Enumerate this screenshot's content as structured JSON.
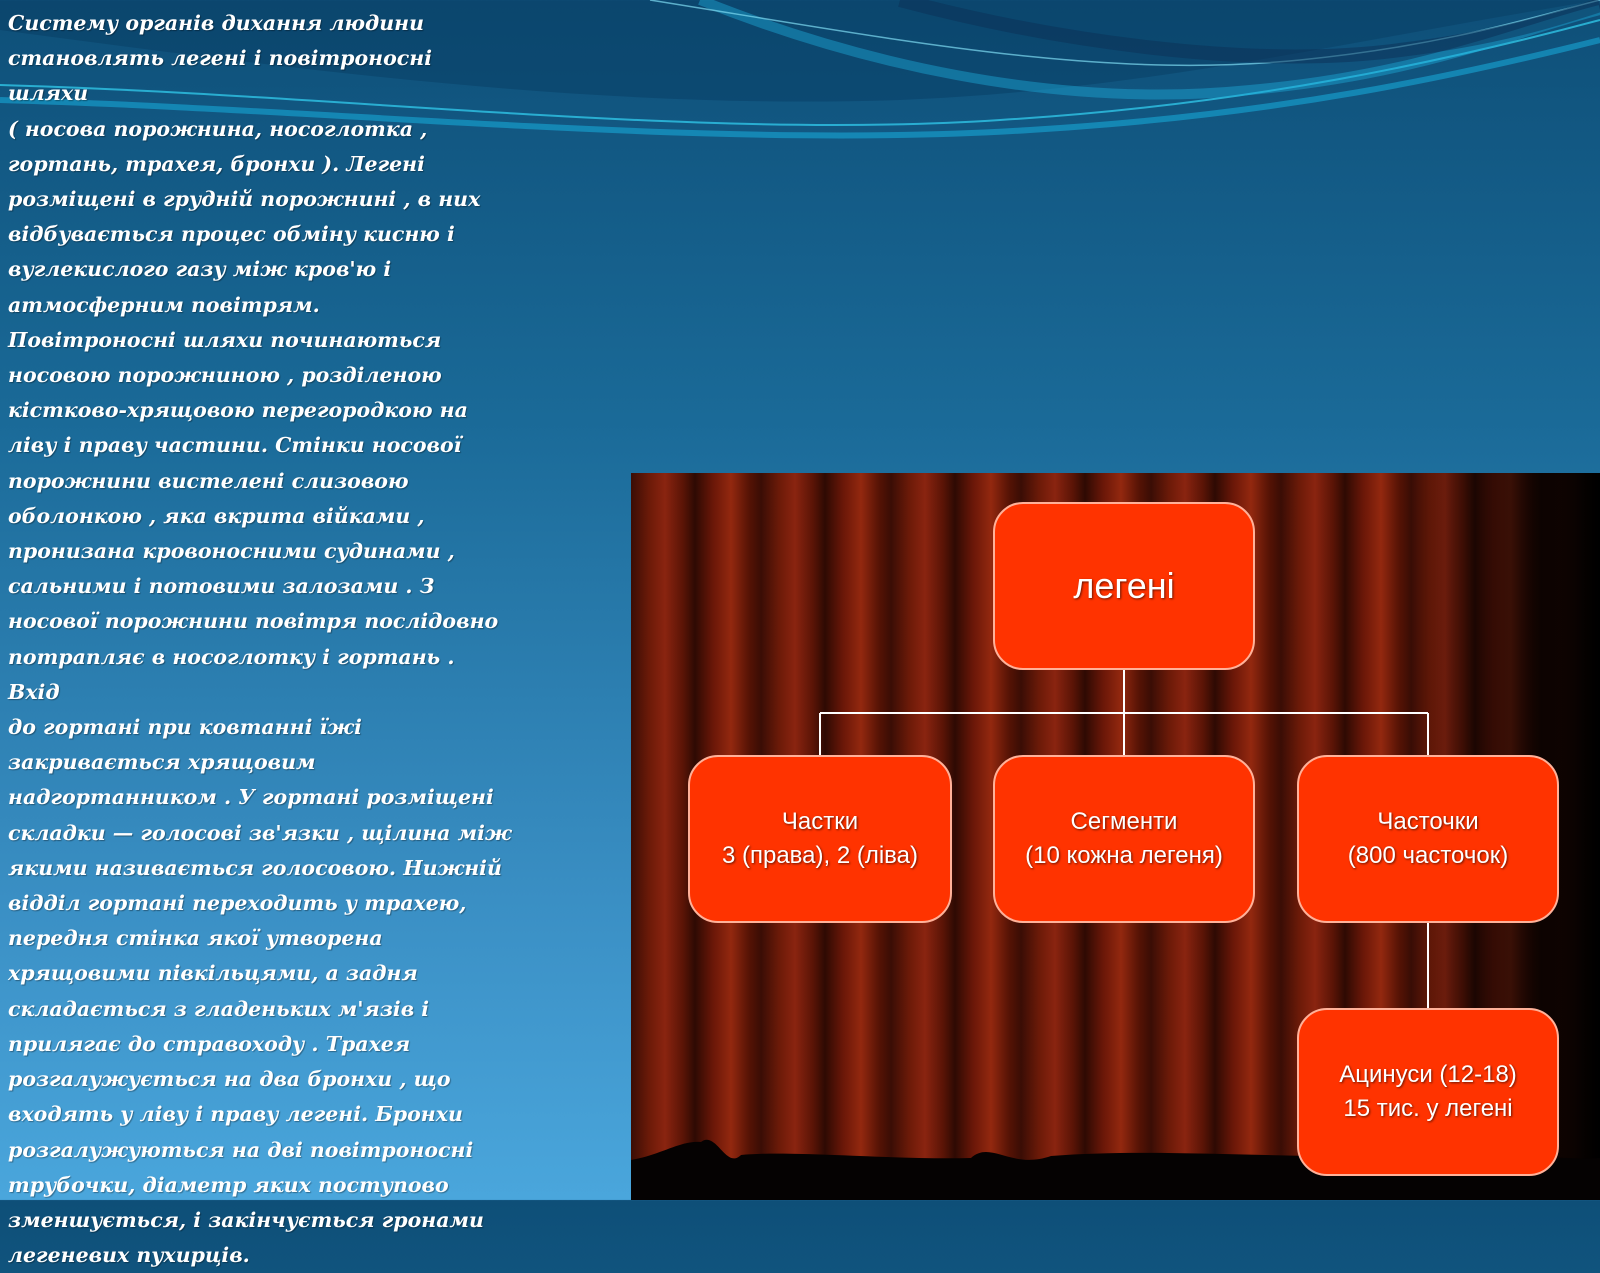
{
  "slide": {
    "text": "Систему органів дихання людини\nстановлять легені і повітроносні шляхи\n( носова порожнина, носоглотка ,\nгортань, трахея, бронхи ). Легені\nрозміщені в грудній порожнині , в них\nвідбувається процес обміну кисню і\nвуглекислого газу між кров'ю і\nатмосферним повітрям.\nПовітроносні шляхи починаються\nносовою порожниною , розділеною\nкістково-хрящовою перегородкою на\nліву і праву частини. Стінки носової\nпорожнини вистелені слизовою\nоболонкою , яка вкрита війками ,\nпронизана кровоносними судинами ,\nсальними і потовими залозами . З\nносової порожнини повітря послідовно\nпотрапляє в носоглотку і гортань . Вхід\nдо гортані при ковтанні їжі\nзакривається хрящовим\nнадгортанником . У гортані розміщені\nскладки — голосові зв'язки , щілина між\nякими називається голосовою. Нижній\nвідділ гортані переходить у трахею,\nпередня стінка якої утворена\nхрящовими півкільцями, а задня\nскладається з гладеньких м'язів і\nприлягає до стравоходу . Трахея\nрозгалужується на два бронхи , що\nвходять у ліву і праву легені. Бронхи\nрозгалужуються на дві повітроносні\nтрубочки, діаметр яких поступово\nзменшується, і закінчується гронами\nлегеневих пухирців."
  },
  "diagram": {
    "root": {
      "label": "легені"
    },
    "lobes": {
      "line1": "Частки",
      "line2": "3 (права), 2 (ліва)"
    },
    "segments": {
      "line1": "Сегменти",
      "line2": "(10 кожна легеня)"
    },
    "lobules": {
      "line1": "Часточки",
      "line2": "(800 часточок)"
    },
    "acini": {
      "line1": "Ацинуси (12-18)",
      "line2": "15 тис. у легені"
    }
  },
  "colors": {
    "node_fill": "#ff3300",
    "node_border": "#ffb199",
    "connector": "#ffffff",
    "curtain": "#6b1a08",
    "background_top": "#0e4f78",
    "background_bottom": "#4aa6dc"
  }
}
